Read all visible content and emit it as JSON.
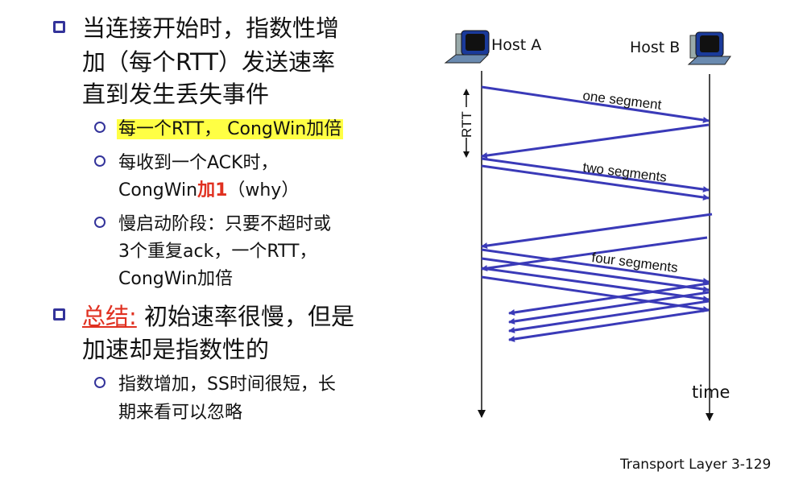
{
  "bullets": [
    {
      "lines": [
        "当连接开始时，指数性增",
        "加（每个RTT）发送速率",
        "直到发生丢失事件"
      ],
      "subs": [
        {
          "highlighted": "每一个RTT， CongWin加倍"
        },
        {
          "line1": "每收到一个ACK时，",
          "line2_prefix": "CongWin",
          "line2_red": "加1",
          "line2_suffix": "（why）"
        },
        {
          "lines": [
            "慢启动阶段：只要不超时或",
            "3个重复ack，一个RTT，",
            "CongWin加倍"
          ]
        }
      ]
    },
    {
      "summary_label": "总结:",
      "line1_rest": " 初始速率很慢，但是",
      "line2": "加速却是指数性的",
      "subs": [
        {
          "lines": [
            "指数增加，SS时间很短，长",
            "期来看可以忽略"
          ]
        }
      ]
    }
  ],
  "diagram": {
    "host_a": "Host A",
    "host_b": "Host B",
    "rtt_label": "RTT",
    "one_segment": "one segment",
    "two_segments": "two segments",
    "four_segments": "four segments",
    "time_label": "time",
    "arrow_color": "#3a3ab8"
  },
  "footer": "Transport Layer 3-129"
}
